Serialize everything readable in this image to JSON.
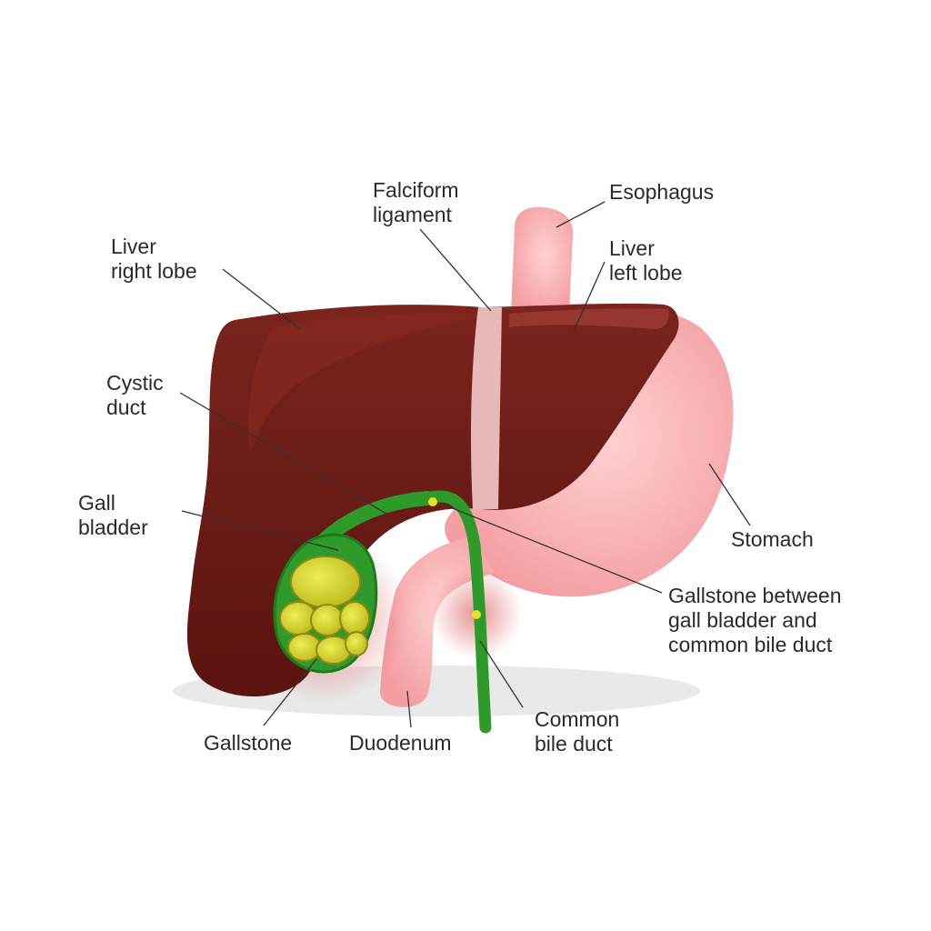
{
  "colors": {
    "liver": "#6b1a14",
    "liver_highlight": "#8a2a22",
    "stomach": "#f7b6b8",
    "gallbladder": "#2e9a2a",
    "gallstone": "#d4d227",
    "ligament": "#e8b7b7",
    "leader_line": "#333333"
  },
  "labels": {
    "falciform": {
      "line1": "Falciform",
      "line2": "ligament"
    },
    "esophagus": {
      "line1": "Esophagus"
    },
    "liver_right": {
      "line1": "Liver",
      "line2": "right lobe"
    },
    "liver_left": {
      "line1": "Liver",
      "line2": "left lobe"
    },
    "cystic_duct": {
      "line1": "Cystic",
      "line2": "duct"
    },
    "gall_bladder": {
      "line1": "Gall",
      "line2": "bladder"
    },
    "stomach": {
      "line1": "Stomach"
    },
    "gallstone_between": {
      "line1": "Gallstone between",
      "line2": "gall bladder and",
      "line3": "common bile duct"
    },
    "gallstone": {
      "line1": "Gallstone"
    },
    "duodenum": {
      "line1": "Duodenum"
    },
    "common_bile_duct": {
      "line1": "Common",
      "line2": "bile duct"
    }
  }
}
